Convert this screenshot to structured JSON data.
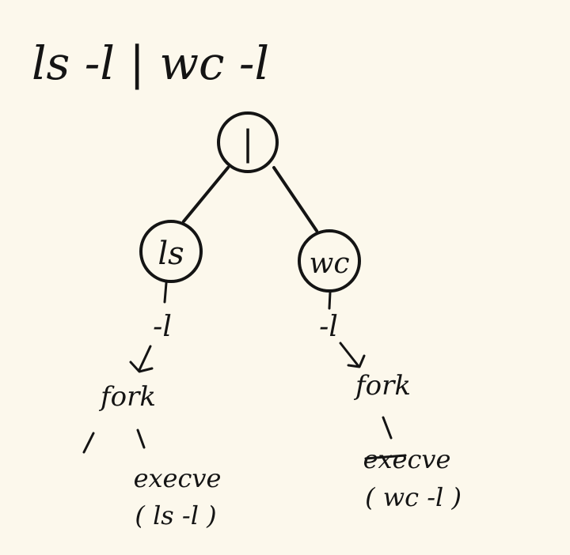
{
  "colors": {
    "background": "#fcf8ec",
    "ink": "#141414"
  },
  "title": "ls  -l  |  wc  -l",
  "root": {
    "label": "|"
  },
  "left": {
    "node": "ls",
    "arg": "-l",
    "fork": "fork",
    "exec": "execve",
    "exec_args": "( ls -l )"
  },
  "right": {
    "node": "wc",
    "arg": "-l",
    "fork": "fork",
    "exec": "execve",
    "exec_args": "( wc -l )"
  }
}
